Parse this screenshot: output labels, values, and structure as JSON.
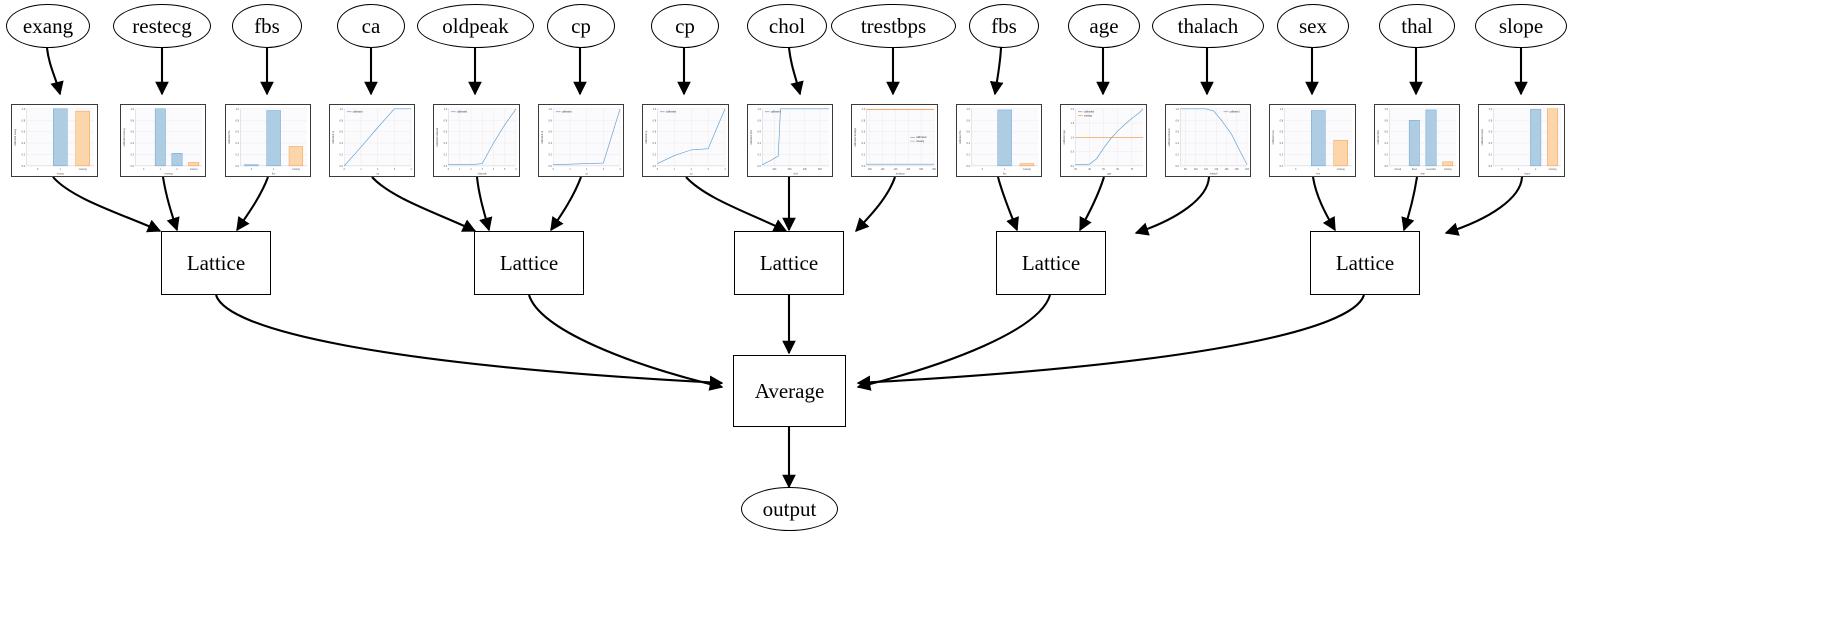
{
  "diagram": {
    "type": "tensorflow-lattice-calibrated-ensemble-graph",
    "output_node": {
      "label": "output"
    },
    "aggregation_node": {
      "label": "Average"
    },
    "lattice_label": "Lattice",
    "lattice_nodes": [
      {
        "label": "Lattice"
      },
      {
        "label": "Lattice"
      },
      {
        "label": "Lattice"
      },
      {
        "label": "Lattice"
      },
      {
        "label": "Lattice"
      }
    ],
    "feature_nodes": [
      {
        "label": "exang"
      },
      {
        "label": "restecg"
      },
      {
        "label": "fbs"
      },
      {
        "label": "ca"
      },
      {
        "label": "oldpeak"
      },
      {
        "label": "cp"
      },
      {
        "label": "cp"
      },
      {
        "label": "chol"
      },
      {
        "label": "trestbps"
      },
      {
        "label": "fbs"
      },
      {
        "label": "age"
      },
      {
        "label": "thalach"
      },
      {
        "label": "sex"
      },
      {
        "label": "thal"
      },
      {
        "label": "slope"
      }
    ],
    "legend_labels": {
      "calibrated": "calibrated",
      "missing": "missing"
    },
    "colors": {
      "bar_blue_fill": "#aecde3",
      "bar_blue_edge": "#5b9bcd",
      "bar_orange_fill": "#fcd5aa",
      "bar_orange_edge": "#f0923c",
      "line_blue": "#5b9bcd",
      "line_orange": "#f0923c",
      "grid": "#e8e8ee",
      "plot_bg": "#fbfbfd",
      "edge_black": "#000000",
      "card_border": "#3a3a3a"
    }
  },
  "chart_data": [
    {
      "index": 0,
      "type": "bar",
      "feature": "exang",
      "xlabel": "exang",
      "ylabel": "calibrated exang",
      "categories": [
        "0",
        "1",
        "missing"
      ],
      "values": [
        0,
        1.0,
        0.96
      ],
      "bar_colors": [
        "blue",
        "blue",
        "orange"
      ],
      "ylim": [
        0,
        1.0
      ],
      "yticks": [
        0.0,
        0.2,
        0.4,
        0.6,
        0.8,
        1.0
      ],
      "legend": [],
      "grid": true
    },
    {
      "index": 1,
      "type": "bar",
      "feature": "restecg",
      "xlabel": "restecg",
      "ylabel": "calibrated restecg",
      "categories": [
        "0",
        "1",
        "2",
        "missing"
      ],
      "values": [
        0,
        1.0,
        0.22,
        0.06
      ],
      "bar_colors": [
        "blue",
        "blue",
        "blue",
        "orange"
      ],
      "ylim": [
        0,
        1.0
      ],
      "yticks": [
        0.0,
        0.2,
        0.4,
        0.6,
        0.8,
        1.0
      ],
      "legend": [],
      "grid": true
    },
    {
      "index": 2,
      "type": "bar",
      "feature": "fbs",
      "xlabel": "fbs",
      "ylabel": "calibrated fbs",
      "categories": [
        "0",
        "1",
        "missing"
      ],
      "values": [
        0.02,
        0.97,
        0.34
      ],
      "bar_colors": [
        "blue",
        "blue",
        "orange"
      ],
      "ylim": [
        0,
        1.0
      ],
      "yticks": [
        0.0,
        0.2,
        0.4,
        0.6,
        0.8,
        1.0
      ],
      "legend": [],
      "grid": true
    },
    {
      "index": 3,
      "type": "line",
      "feature": "ca",
      "xlabel": "ca",
      "ylabel": "calibrated ca",
      "x": [
        0,
        1,
        2,
        3,
        4
      ],
      "y": [
        0.0,
        0.33,
        0.67,
        1.0,
        1.0
      ],
      "ylim": [
        0,
        1.0
      ],
      "yticks": [
        0.0,
        0.2,
        0.4,
        0.6,
        0.8,
        1.0
      ],
      "xticks": [
        0,
        1,
        2,
        3,
        4
      ],
      "legend": [
        "calibrated"
      ],
      "legend_position": "upper-left",
      "grid": true
    },
    {
      "index": 4,
      "type": "line",
      "feature": "oldpeak",
      "xlabel": "oldpeak",
      "ylabel": "calibrated oldpeak",
      "x": [
        0,
        1,
        2,
        3,
        4,
        5,
        6
      ],
      "y": [
        0.02,
        0.02,
        0.02,
        0.04,
        0.4,
        0.72,
        1.0
      ],
      "ylim": [
        0,
        1.0
      ],
      "yticks": [
        0.0,
        0.2,
        0.4,
        0.6,
        0.8,
        1.0
      ],
      "xticks": [
        0,
        1,
        2,
        3,
        4,
        5,
        6
      ],
      "legend": [
        "calibrated"
      ],
      "legend_position": "upper-left",
      "grid": true
    },
    {
      "index": 5,
      "type": "line",
      "feature": "cp",
      "xlabel": "cp",
      "ylabel": "calibrated cp",
      "x": [
        0,
        1,
        2,
        3,
        4
      ],
      "y": [
        0.02,
        0.03,
        0.04,
        0.05,
        1.0
      ],
      "ylim": [
        0,
        1.0
      ],
      "yticks": [
        0.0,
        0.2,
        0.4,
        0.6,
        0.8,
        1.0
      ],
      "xticks": [
        0,
        1,
        2,
        3,
        4
      ],
      "legend": [
        "calibrated"
      ],
      "legend_position": "upper-left",
      "grid": true
    },
    {
      "index": 6,
      "type": "line",
      "feature": "cp",
      "xlabel": "cp",
      "ylabel": "calibrated cp",
      "x": [
        0,
        1,
        2,
        3,
        4
      ],
      "y": [
        0.04,
        0.18,
        0.28,
        0.3,
        1.0
      ],
      "ylim": [
        0,
        1.0
      ],
      "yticks": [
        0.0,
        0.2,
        0.4,
        0.6,
        0.8,
        1.0
      ],
      "xticks": [
        0,
        1,
        2,
        3,
        4
      ],
      "legend": [
        "calibrated"
      ],
      "legend_position": "upper-left",
      "grid": true
    },
    {
      "index": 7,
      "type": "line",
      "feature": "chol",
      "xlabel": "chol",
      "ylabel": "calibrated chol",
      "x": [
        120,
        180,
        210,
        225,
        240,
        300,
        400,
        560
      ],
      "y": [
        0.02,
        0.1,
        0.15,
        0.17,
        1.0,
        1.0,
        1.0,
        1.0
      ],
      "ylim": [
        0,
        1.0
      ],
      "yticks": [
        0.0,
        0.2,
        0.4,
        0.6,
        0.8,
        1.0
      ],
      "xticks": [
        200,
        300,
        400,
        500
      ],
      "legend": [
        "calibrated"
      ],
      "legend_position": "upper-left",
      "grid": true
    },
    {
      "index": 8,
      "type": "line",
      "feature": "trestbps",
      "xlabel": "trestbps",
      "ylabel": "calibrated trestbps",
      "series": [
        {
          "name": "calibrated",
          "x": [
            95,
            200
          ],
          "y": [
            0.03,
            0.03
          ]
        },
        {
          "name": "missing",
          "x": [
            95,
            200
          ],
          "y": [
            0.99,
            0.99
          ]
        }
      ],
      "ylim": [
        0,
        1.0
      ],
      "yticks": [
        0.0,
        0.2,
        0.4,
        0.6,
        0.8,
        1.0
      ],
      "xticks": [
        100,
        120,
        140,
        160,
        180,
        200
      ],
      "legend": [
        "calibrated",
        "missing"
      ],
      "legend_position": "center-right",
      "grid": true
    },
    {
      "index": 9,
      "type": "bar",
      "feature": "fbs",
      "xlabel": "fbs",
      "ylabel": "calibrated fbs",
      "categories": [
        "0",
        "1",
        "missing"
      ],
      "values": [
        0,
        0.98,
        0.04
      ],
      "bar_colors": [
        "blue",
        "blue",
        "orange"
      ],
      "ylim": [
        0,
        1.0
      ],
      "yticks": [
        0.0,
        0.2,
        0.4,
        0.6,
        0.8,
        1.0
      ],
      "legend": [],
      "grid": true
    },
    {
      "index": 10,
      "type": "line",
      "feature": "age",
      "xlabel": "age",
      "ylabel": "calibrated age",
      "series": [
        {
          "name": "calibrated",
          "x": [
            30,
            35,
            40,
            45,
            50,
            55,
            60,
            65,
            70,
            75,
            78
          ],
          "y": [
            0.05,
            0.05,
            0.06,
            0.25,
            0.62,
            0.95,
            1.22,
            1.45,
            1.66,
            1.85,
            2.0
          ]
        },
        {
          "name": "missing",
          "x": [
            30,
            78
          ],
          "y": [
            1.0,
            1.0
          ]
        }
      ],
      "ylim": [
        0,
        2.0
      ],
      "yticks": [
        0.0,
        0.5,
        1.0,
        1.5,
        2.0
      ],
      "xticks": [
        30,
        40,
        50,
        60,
        70
      ],
      "legend": [
        "calibrated",
        "missing"
      ],
      "legend_position": "upper-left",
      "grid": true
    },
    {
      "index": 11,
      "type": "line",
      "feature": "thalach",
      "xlabel": "thalach",
      "ylabel": "calibrated thalach",
      "x": [
        70,
        100,
        120,
        135,
        150,
        170,
        185,
        200
      ],
      "y": [
        1.0,
        1.0,
        1.0,
        0.96,
        0.8,
        0.55,
        0.28,
        0.02
      ],
      "ylim": [
        0,
        1.0
      ],
      "yticks": [
        0.0,
        0.2,
        0.4,
        0.6,
        0.8,
        1.0
      ],
      "xticks": [
        80,
        100,
        120,
        140,
        160,
        180,
        200
      ],
      "legend": [
        "calibrated"
      ],
      "legend_position": "upper-right",
      "grid": true
    },
    {
      "index": 12,
      "type": "bar",
      "feature": "sex",
      "xlabel": "sex",
      "ylabel": "calibrated sex",
      "categories": [
        "0",
        "1",
        "missing"
      ],
      "values": [
        0,
        0.97,
        0.45
      ],
      "bar_colors": [
        "blue",
        "blue",
        "orange"
      ],
      "ylim": [
        0,
        1.0
      ],
      "yticks": [
        0.0,
        0.2,
        0.4,
        0.6,
        0.8,
        1.0
      ],
      "legend": [],
      "grid": true
    },
    {
      "index": 13,
      "type": "bar",
      "feature": "thal",
      "xlabel": "thal",
      "ylabel": "calibrated thal",
      "categories": [
        "normal",
        "fixed",
        "reversible",
        "missing"
      ],
      "values": [
        0,
        0.8,
        0.98,
        0.07
      ],
      "bar_colors": [
        "blue",
        "blue",
        "blue",
        "orange"
      ],
      "ylim": [
        0,
        1.0
      ],
      "yticks": [
        0.0,
        0.2,
        0.4,
        0.6,
        0.8,
        1.0
      ],
      "legend": [],
      "grid": true
    },
    {
      "index": 14,
      "type": "bar",
      "feature": "slope",
      "xlabel": "slope",
      "ylabel": "calibrated slope",
      "categories": [
        "0",
        "1",
        "2",
        "missing"
      ],
      "values": [
        0,
        0,
        0.99,
        1.0
      ],
      "bar_colors": [
        "blue",
        "blue",
        "blue",
        "orange"
      ],
      "ylim": [
        0,
        1.0
      ],
      "yticks": [
        0.0,
        0.2,
        0.4,
        0.6,
        0.8,
        1.0
      ],
      "legend": [],
      "grid": true
    }
  ]
}
